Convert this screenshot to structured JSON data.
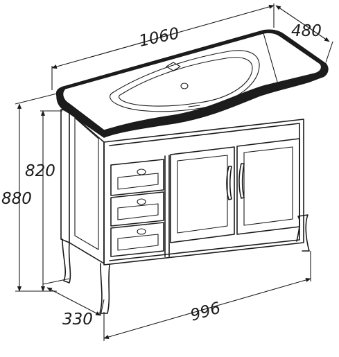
{
  "dimensions": {
    "width_top": "1060",
    "depth_top": "480",
    "height_cabinet": "820",
    "height_total": "880",
    "depth_base": "330",
    "width_base": "996"
  },
  "colors": {
    "line": "#1a1a1a",
    "background": "#ffffff"
  },
  "components": {
    "drawer_count": 3,
    "door_count": 2
  }
}
